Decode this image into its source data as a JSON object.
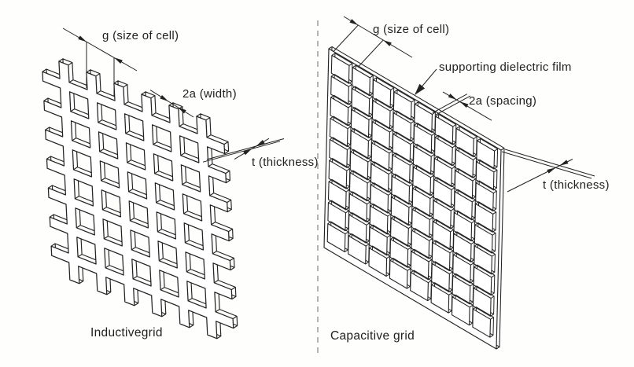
{
  "colors": {
    "ink": "#232323",
    "paper": "#fefefd",
    "fill": "#ffffff"
  },
  "left_figure": {
    "caption": "Inductivegrid",
    "label_cell": "g (size of cell)",
    "label_width": "2a (width)",
    "label_thickness": "t (thickness)",
    "structure": {
      "type": "inductive wire mesh",
      "holes_across": 5,
      "holes_down": 6
    }
  },
  "right_figure": {
    "caption": "Capacitive grid",
    "label_cell": "g (size of cell)",
    "label_film": "supporting dielectric film",
    "label_spacing": "2a (spacing)",
    "label_thickness": "t (thickness)",
    "structure": {
      "type": "capacitive patch array",
      "patch_columns": 8,
      "patch_rows": 9
    }
  }
}
